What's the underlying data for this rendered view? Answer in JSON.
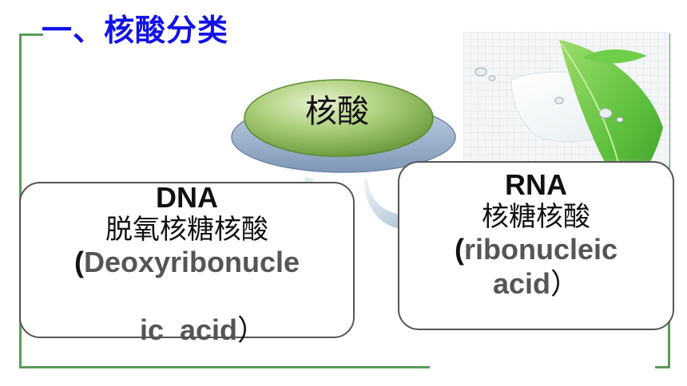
{
  "title": "一、核酸分类",
  "root": {
    "label": "核酸"
  },
  "dna": {
    "abbr": "DNA",
    "chinese": "脱氧核糖核酸",
    "open_paren": "(",
    "english_line1": "Deoxyribonucle",
    "english_line2": "ic  acid",
    "close_paren": "）"
  },
  "rna": {
    "abbr": "RNA",
    "chinese": "核糖核酸",
    "open_paren": "(",
    "english_line1": "ribonucleic",
    "english_line2": "acid",
    "close_paren": "）"
  },
  "colors": {
    "title": "#1212e6",
    "frame": "#5a9a5a",
    "root_fill": "#9cc267",
    "root_disk": "#8fa7c6",
    "arrow_left": "#6fc28f",
    "arrow_right": "#a9bfd3",
    "box_border": "#555555",
    "english_text": "#555555"
  },
  "icons": {
    "leaf_decoration": "leaf-with-water-drops-icon",
    "arrow_left": "curved-arrow-down-left-icon",
    "arrow_right": "curved-arrow-down-right-icon"
  }
}
